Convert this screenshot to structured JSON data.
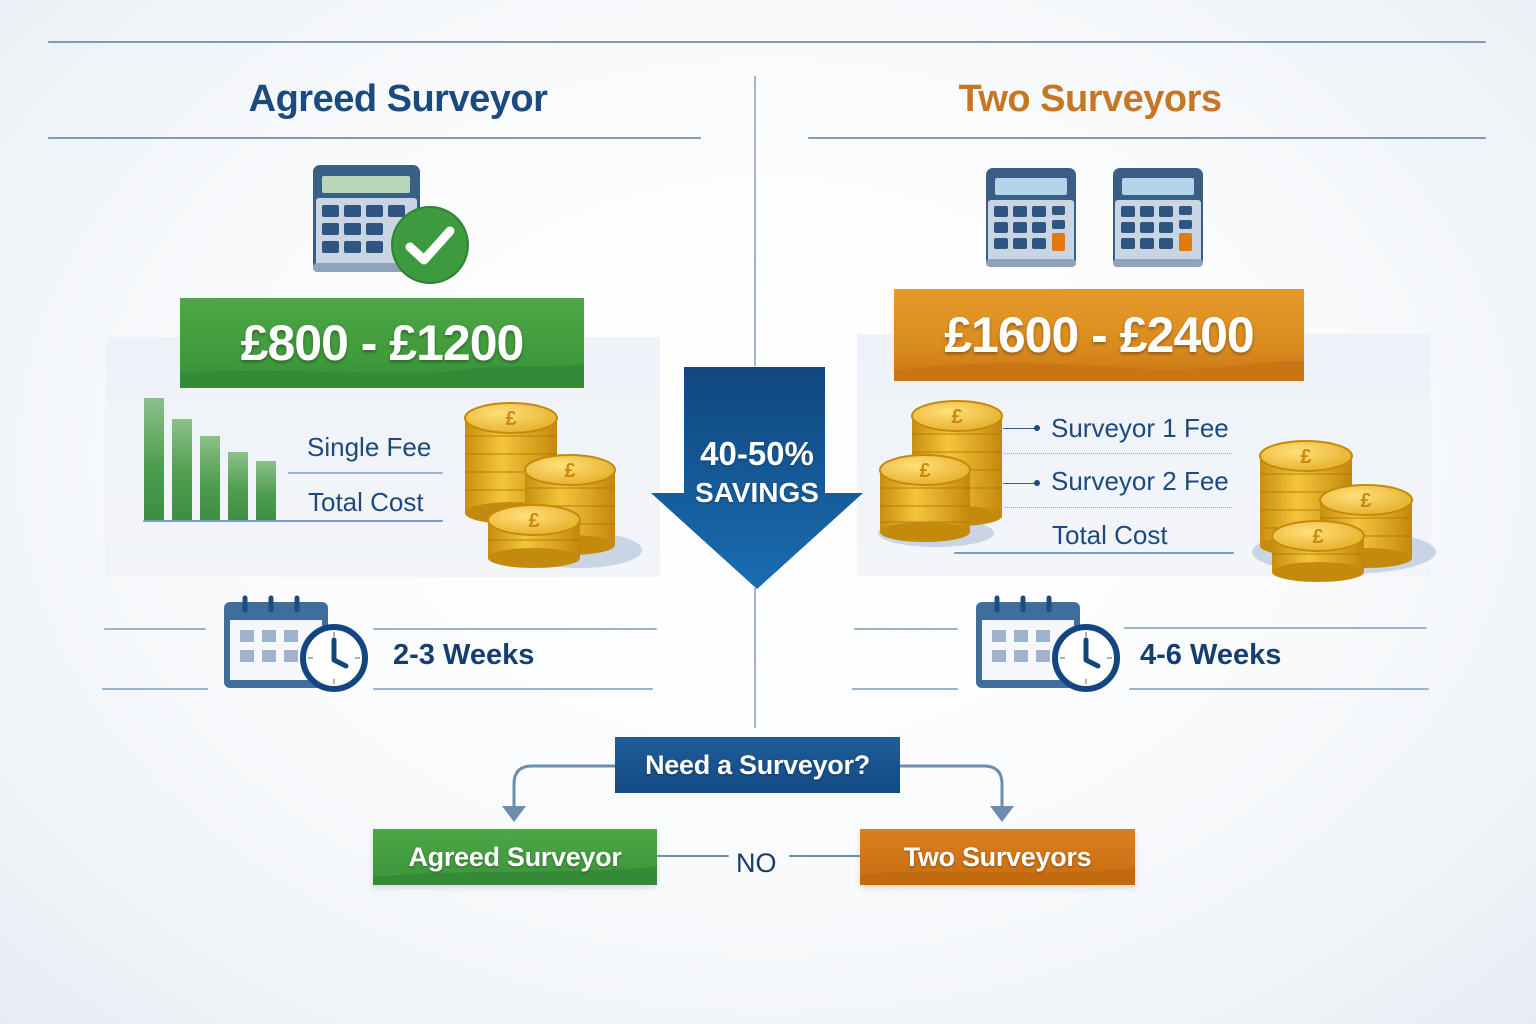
{
  "left": {
    "title": "Agreed Surveyor",
    "price_range": "£800 - £1200",
    "cost_labels": [
      "Single Fee",
      "Total Cost"
    ],
    "timeline": "2-3 Weeks",
    "icons": [
      "calculator-icon",
      "checkmark-icon",
      "bar-chart-icon",
      "pound-coins-icon",
      "calendar-clock-icon"
    ],
    "accent_color": "#3f9a3b"
  },
  "right": {
    "title": "Two Surveyors",
    "price_range": "£1600 - £2400",
    "cost_labels": [
      "Surveyor 1 Fee",
      "Surveyor 2 Fee",
      "Total Cost"
    ],
    "timeline": "4-6 Weeks",
    "icons": [
      "calculator-icon",
      "calculator-icon",
      "pound-coins-icon",
      "pound-coins-icon",
      "calendar-clock-icon"
    ],
    "accent_color": "#da8a1f"
  },
  "savings": {
    "percent": "40-50%",
    "label": "SAVINGS",
    "color": "#134a85"
  },
  "flowchart": {
    "question": "Need a Surveyor?",
    "option_left": "Agreed Surveyor",
    "option_right": "Two Surveyors",
    "connector_label": "NO"
  },
  "colors": {
    "primary_blue": "#1a4a80",
    "title_orange": "#c67726",
    "green": "#3f9a3b",
    "orange": "#da8a1f",
    "coin_gold": "#e8b422"
  }
}
